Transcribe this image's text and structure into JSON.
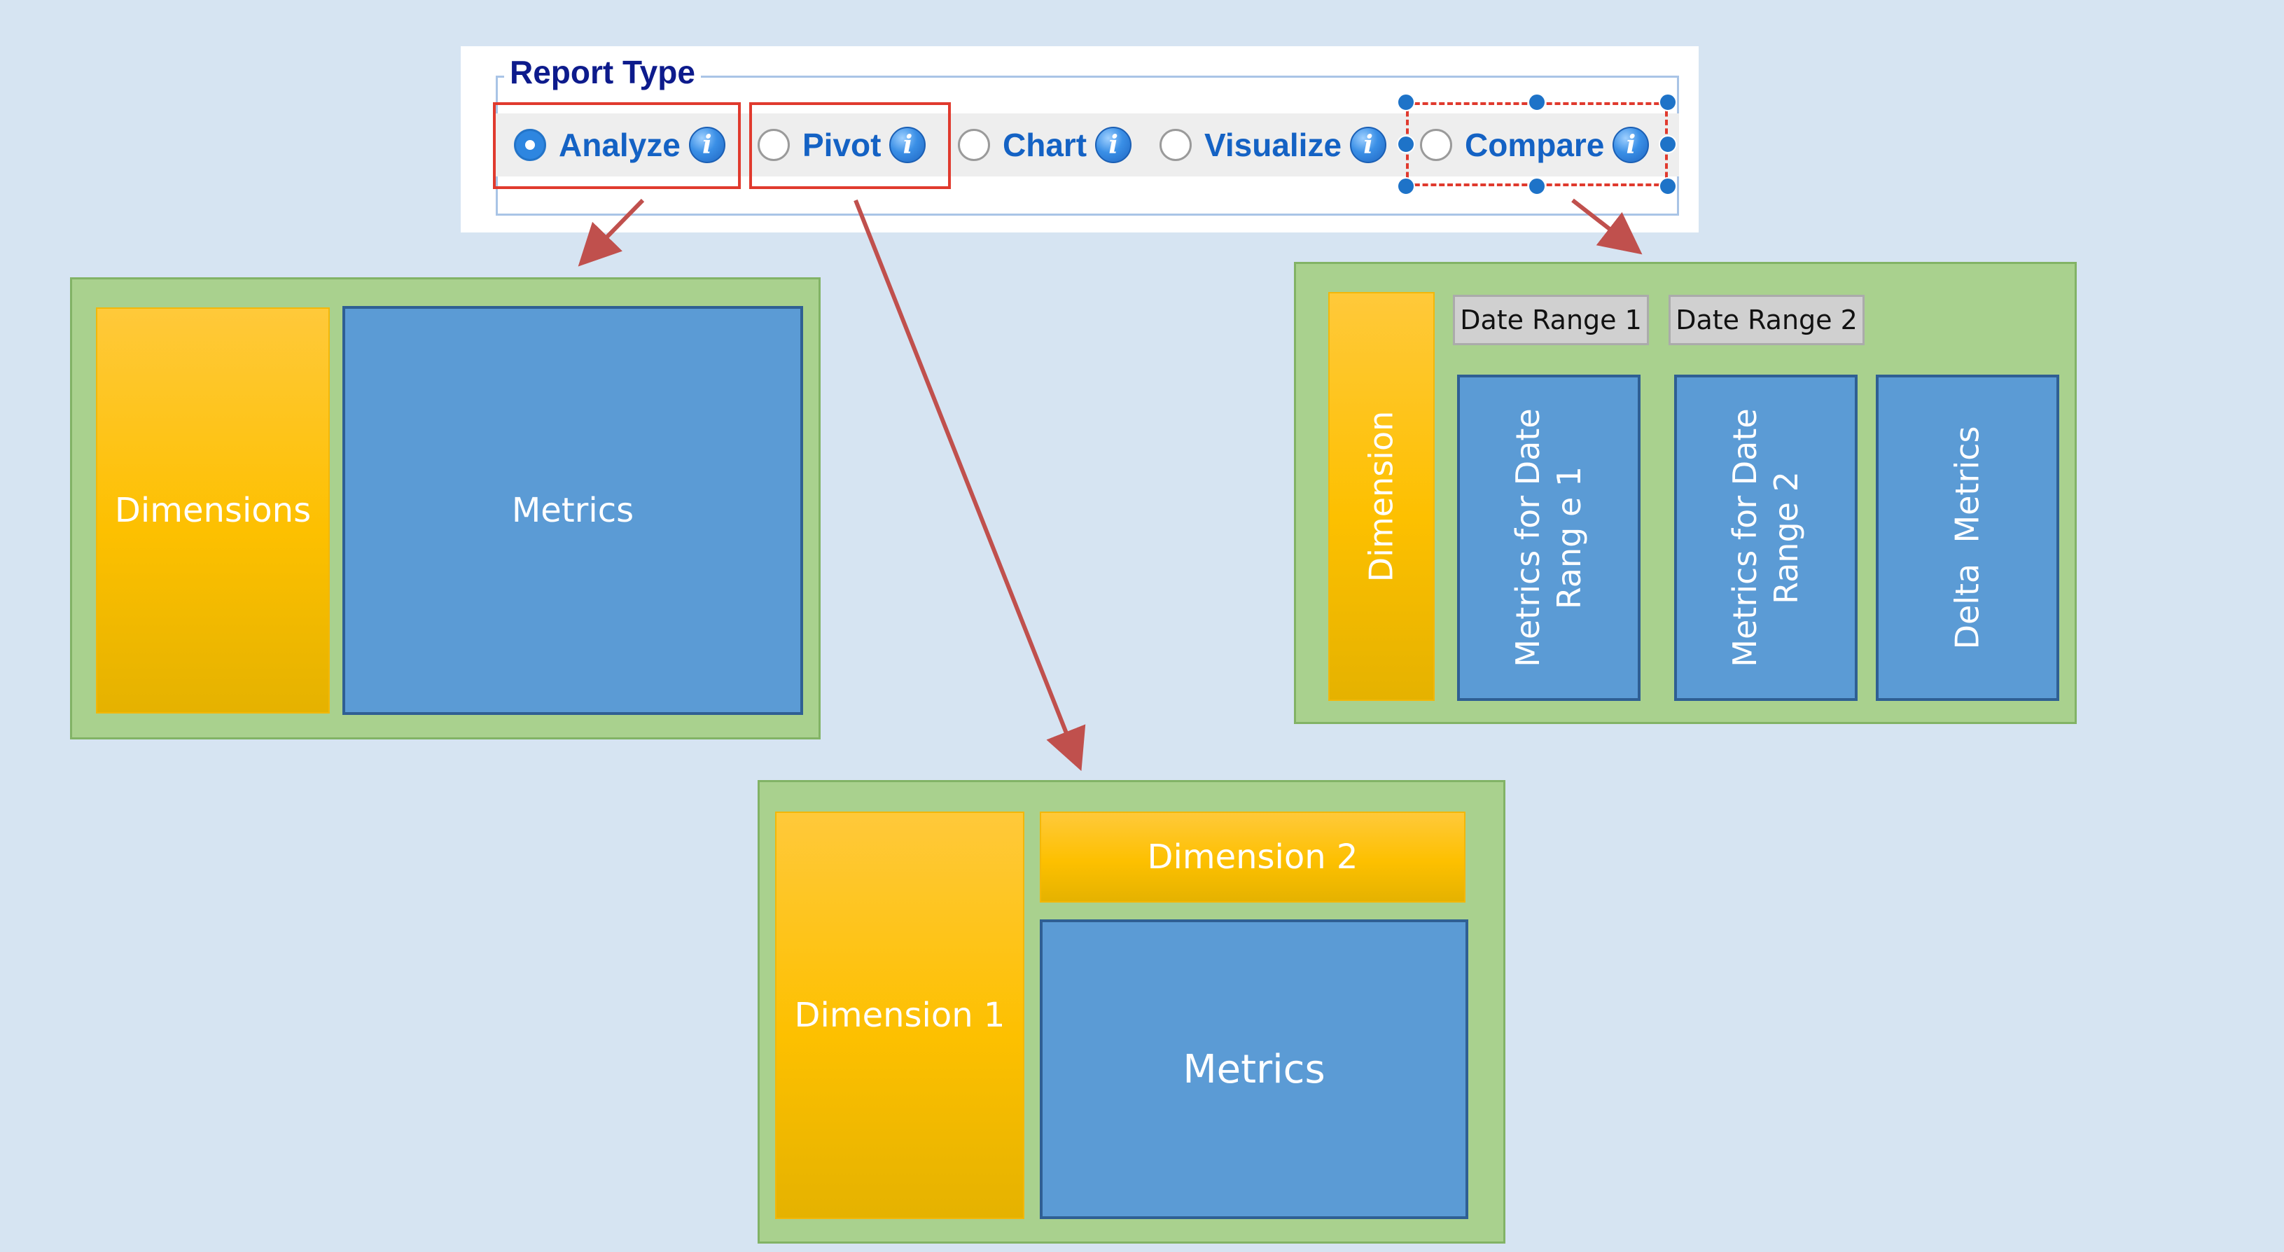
{
  "report_type": {
    "legend": "Report Type",
    "selected": "Analyze",
    "options": [
      {
        "label": "Analyze",
        "checked": true
      },
      {
        "label": "Pivot",
        "checked": false
      },
      {
        "label": "Chart",
        "checked": false
      },
      {
        "label": "Visualize",
        "checked": false
      },
      {
        "label": "Compare",
        "checked": false
      }
    ],
    "info_icon": "info-icon",
    "info_glyph": "i"
  },
  "analyze_layout": {
    "dimensions": "Dimensions",
    "metrics": "Metrics"
  },
  "pivot_layout": {
    "dimension_1": "Dimension 1",
    "dimension_2": "Dimension 2",
    "metrics": "Metrics"
  },
  "compare_layout": {
    "date_range_1": "Date Range 1",
    "date_range_2": "Date Range 2",
    "dimension": "Dimension",
    "metrics_range_1_line1": "Metrics for Date",
    "metrics_range_1_line2": "Rang e 1",
    "metrics_range_2_line1": "Metrics for Date",
    "metrics_range_2_line2": "Range 2",
    "delta_metrics": "Delta  Metrics"
  },
  "colors": {
    "background": "#d6e4f2",
    "panel_green": "#a9d18e",
    "dimension_yellow": "#fdc000",
    "metrics_blue": "#5b9bd5",
    "selection_red": "#e03a2e",
    "arrow": "#c0504d",
    "label_blue": "#1462c4",
    "legend_navy": "#0d1b8c"
  }
}
